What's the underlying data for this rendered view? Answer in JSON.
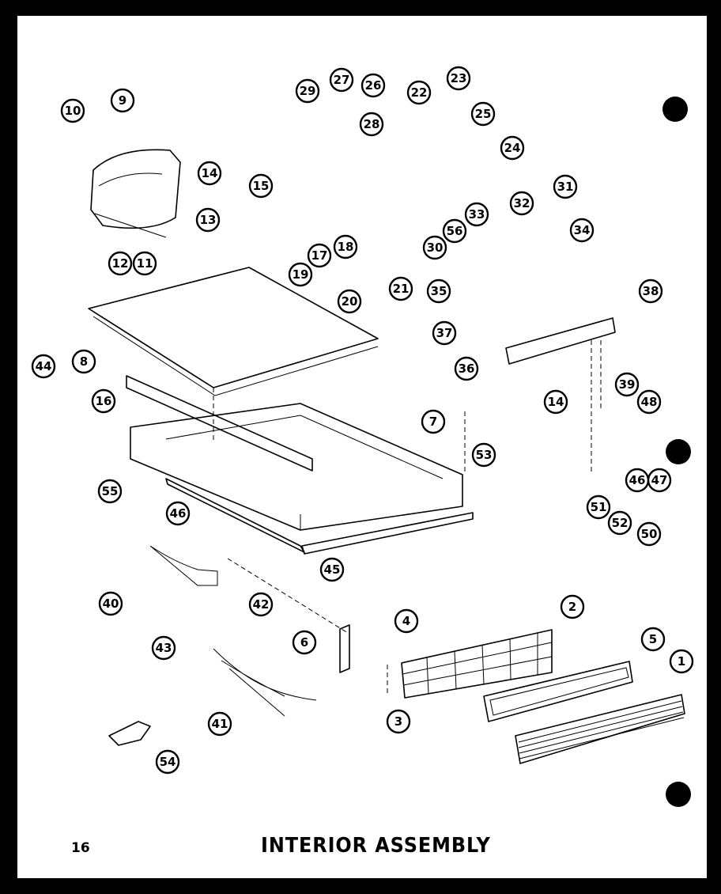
{
  "page": {
    "number": "16",
    "title": "INTERIOR ASSEMBLY"
  },
  "callouts": [
    "1",
    "2",
    "3",
    "4",
    "5",
    "6",
    "7",
    "8",
    "9",
    "10",
    "11",
    "12",
    "13",
    "14",
    "15",
    "16",
    "17",
    "18",
    "19",
    "20",
    "21",
    "22",
    "23",
    "24",
    "25",
    "26",
    "27",
    "28",
    "29",
    "30",
    "31",
    "32",
    "33",
    "34",
    "35",
    "36",
    "37",
    "38",
    "39",
    "40",
    "41",
    "42",
    "43",
    "44",
    "45",
    "46",
    "47",
    "48",
    "50",
    "51",
    "52",
    "53",
    "54",
    "55",
    "56"
  ],
  "colors": {
    "ink": "#000000",
    "paper": "#ffffff"
  }
}
